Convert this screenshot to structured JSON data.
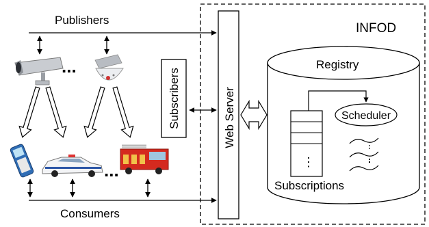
{
  "labels": {
    "publishers": "Publishers",
    "consumers": "Consumers",
    "subscribers": "Subscribers",
    "web_server": "Web Server",
    "infod": "INFOD",
    "registry": "Registry",
    "scheduler": "Scheduler",
    "subscriptions": "Subscriptions",
    "ellipsis_publishers": "...",
    "ellipsis_consumers": "...",
    "ellipsis_subscriptions": "⋮"
  },
  "icons": {
    "publisher_devices": [
      "security-camera-icon",
      "smoke-detector-icon"
    ],
    "consumer_devices": [
      "mobile-phone-icon",
      "police-car-icon",
      "fire-truck-icon"
    ]
  }
}
